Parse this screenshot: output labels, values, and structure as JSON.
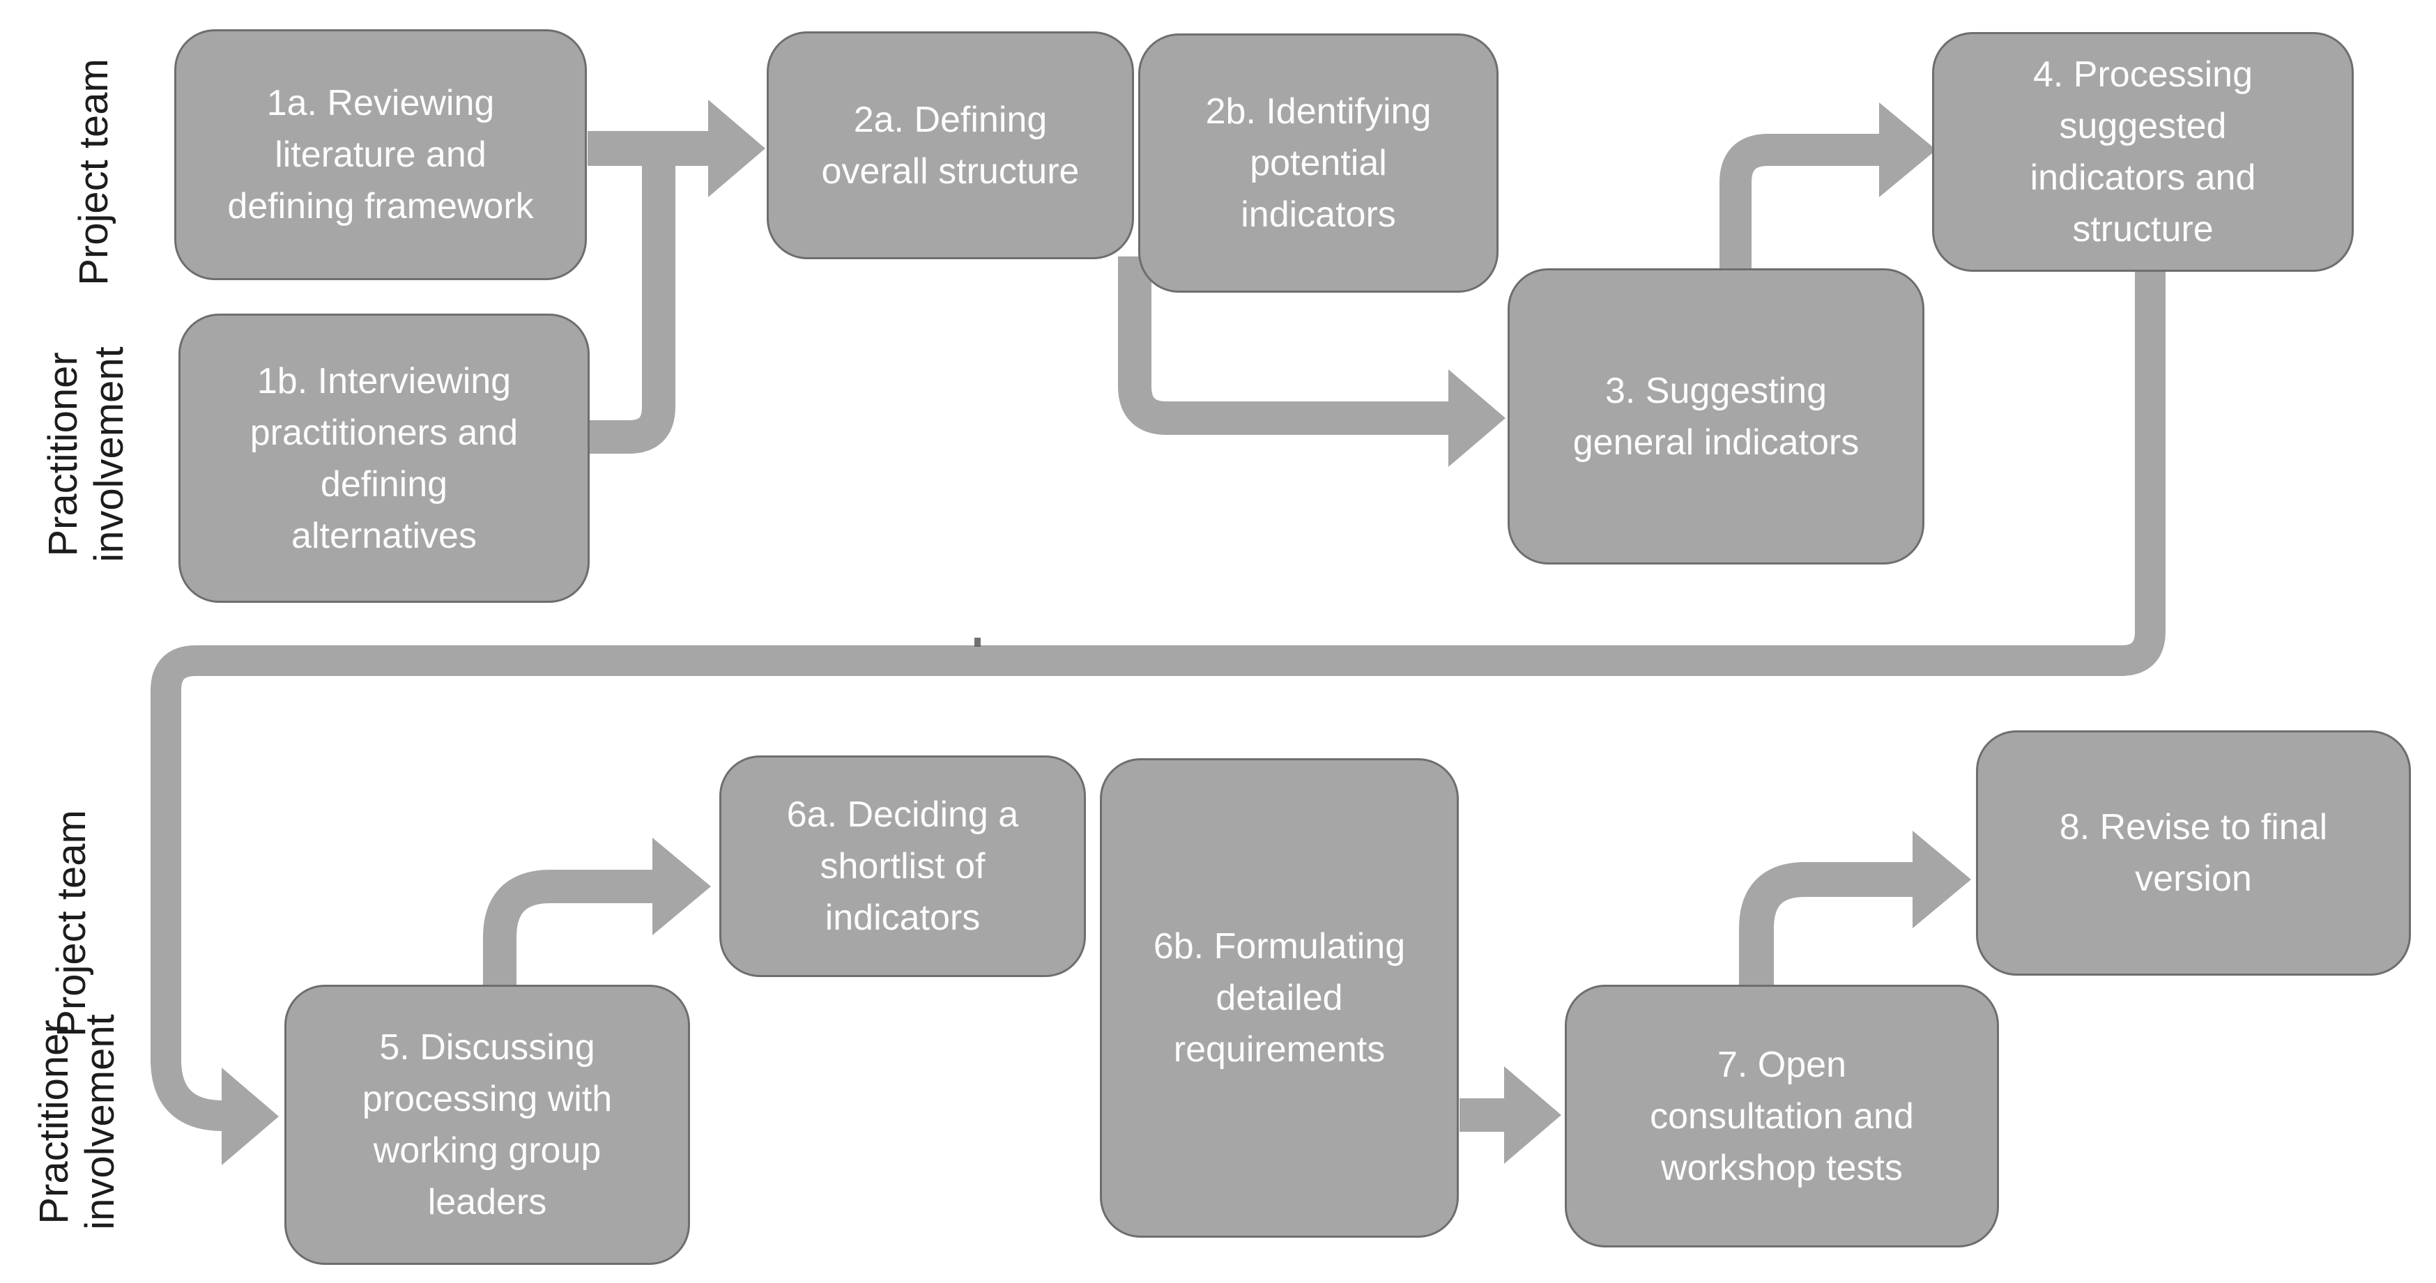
{
  "diagram": {
    "lanes": {
      "project_team_top": "Project team",
      "practitioner_top": [
        "Practitioner",
        "involvement"
      ],
      "project_team_bottom": "Project team",
      "practitioner_bottom": [
        "Practitioner",
        "involvement"
      ]
    },
    "boxes": {
      "b1a": {
        "lines": [
          "1a. Reviewing",
          "literature and",
          "defining framework"
        ]
      },
      "b1b": {
        "lines": [
          "1b. Interviewing",
          "practitioners and",
          "defining",
          "alternatives"
        ]
      },
      "b2a": {
        "lines": [
          "2a. Defining",
          "overall structure"
        ]
      },
      "b2b": {
        "lines": [
          "2b. Identifying",
          "potential",
          "indicators"
        ]
      },
      "b3": {
        "lines": [
          "3. Suggesting",
          "general indicators"
        ]
      },
      "b4": {
        "lines": [
          "4. Processing",
          "suggested",
          "indicators and",
          "structure"
        ]
      },
      "b5": {
        "lines": [
          "5. Discussing",
          "processing with",
          "working group",
          "leaders"
        ]
      },
      "b6a": {
        "lines": [
          "6a. Deciding a",
          "shortlist of",
          "indicators"
        ]
      },
      "b6b": {
        "lines": [
          "6b. Formulating",
          "detailed",
          "requirements"
        ]
      },
      "b7": {
        "lines": [
          "7. Open",
          "consultation and",
          "workshop tests"
        ]
      },
      "b8": {
        "lines": [
          "8. Revise to final",
          "version"
        ]
      }
    },
    "connections": [
      "1a+1b to 2a",
      "2a/2b to 3",
      "3 to 4",
      "4 to 5 (long loop)",
      "5 to 6a",
      "6b to 7",
      "7 to 8"
    ],
    "colors": {
      "box_fill": "#a6a6a6",
      "box_border": "#6e6e6e",
      "arrow": "#a6a6a6",
      "box_text": "#fdfdfd",
      "label_text": "#1c1c1c",
      "background": "#ffffff"
    }
  }
}
